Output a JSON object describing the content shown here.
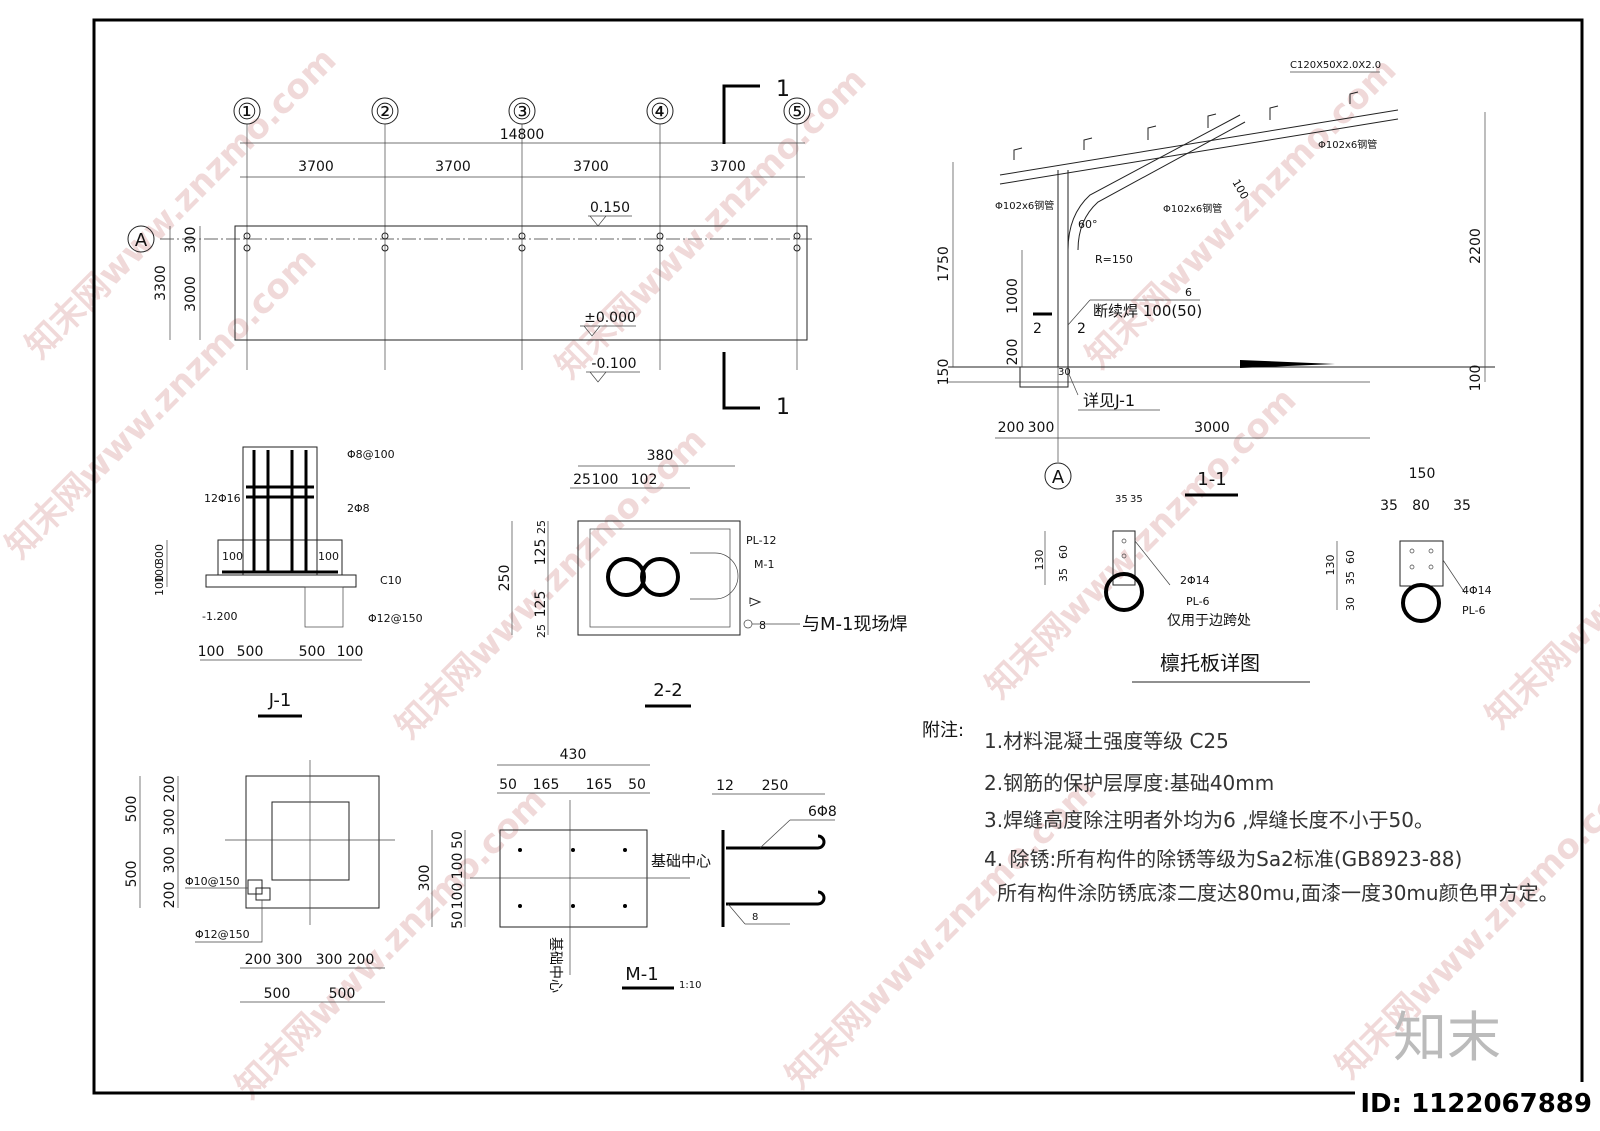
{
  "frame": {
    "id_label": "ID: 1122067889",
    "logo_text": "知末"
  },
  "watermark": "知末网www.znzmo.com",
  "plan": {
    "axes": [
      "①",
      "②",
      "③",
      "④",
      "⑤"
    ],
    "axis_a": "A",
    "total": "14800",
    "spans": [
      "3700",
      "3700",
      "3700",
      "3700"
    ],
    "side_dims": [
      "300",
      "3000",
      "3300"
    ],
    "elev_top": "0.150",
    "elev_zero": "±0.000",
    "elev_low": "-0.100",
    "section_mark": "1"
  },
  "section_1_1": {
    "purlin": "C120X50X2.0X2.0",
    "pipe_top": "Φ102x6钢管",
    "pipe_brace": "Φ102x6钢管",
    "pipe_col": "Φ102x6钢管",
    "angle": "60°",
    "radius": "R=150",
    "dim_100": "100",
    "dim_1750": "1750",
    "dim_1000": "1000",
    "dim_200": "200",
    "dim_150": "150",
    "dim_2200": "2200",
    "dim_100b": "100",
    "weld_label": "断续焊 100(50)",
    "weld_size": "6",
    "weld_2a": "2",
    "weld_2b": "2",
    "dim_30": "30",
    "detail_ref": "详见J-1",
    "bottom_dims": [
      "200",
      "300",
      "3000"
    ],
    "axis": "A",
    "title": "1-1"
  },
  "j1": {
    "stirrup": "Φ8@100",
    "main_bar": "12Φ16",
    "bar2": "2Φ8",
    "left_100": "100",
    "right_100": "100",
    "concrete": "C10",
    "bottom_bar": "Φ12@150",
    "elev": "-1.200",
    "h_dims": [
      "100",
      "300",
      "100"
    ],
    "w_dims": [
      "100",
      "500",
      "500",
      "100"
    ],
    "title": "J-1"
  },
  "s22": {
    "total": "380",
    "dims": [
      "25",
      "100",
      "102"
    ],
    "pl": "PL-12",
    "m1": "M-1",
    "height": "250",
    "v_dims": [
      "25",
      "125",
      "125",
      "25"
    ],
    "weld_note": "与M-1现场焊",
    "weld_size": "8",
    "title": "2-2"
  },
  "purlin_detail": {
    "left_dims": [
      "35",
      "35"
    ],
    "left_h": [
      "130",
      "60",
      "35"
    ],
    "left_bolt": "2Φ14",
    "left_pl": "PL-6",
    "left_note": "仅用于边跨处",
    "right_top": "150",
    "right_dims": [
      "35",
      "80",
      "35"
    ],
    "right_h": [
      "130",
      "60",
      "35",
      "30"
    ],
    "right_bolt": "4Φ14",
    "right_pl": "PL-6",
    "title": "檩托板详图"
  },
  "notes": {
    "head": "附注:",
    "items": [
      "1.材料混凝土强度等级 C25",
      "2.钢筋的保护层厚度:基础40mm",
      "3.焊缝高度除注明者外均为6 ,焊缝长度不小于50。",
      "4.  除锈:所有构件的除锈等级为Sa2标准(GB8923-88)",
      "所有构件涂防锈底漆二度达80mu,面漆一度30mu颜色甲方定。"
    ]
  },
  "foundation_plan": {
    "left_dims": [
      "500",
      "500"
    ],
    "left_sub": [
      "200",
      "300",
      "300",
      "200"
    ],
    "bar1": "Φ10@150",
    "bar2": "Φ12@150",
    "bottom_sub": [
      "200",
      "300",
      "300",
      "200"
    ],
    "bottom_main": [
      "500",
      "500"
    ]
  },
  "m1": {
    "total": "430",
    "dims": [
      "50",
      "165",
      "165",
      "50"
    ],
    "height": "300",
    "v_dims": [
      "50",
      "100",
      "100",
      "50"
    ],
    "center_h": "基础中心",
    "center_v": "基础中心",
    "title": "M-1",
    "scale": "1:10"
  },
  "anchor": {
    "dims": [
      "12",
      "250"
    ],
    "bar": "6Φ8",
    "weld": "8"
  }
}
